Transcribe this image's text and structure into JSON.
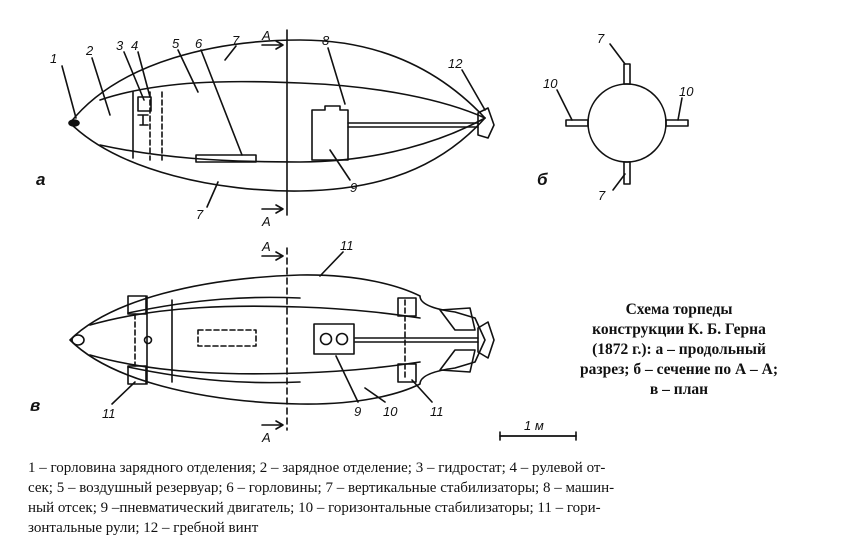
{
  "callouts": {
    "n1": "1",
    "n2": "2",
    "n3": "3",
    "n4": "4",
    "n5": "5",
    "n6": "6",
    "n7": "7",
    "n8": "8",
    "n9": "9",
    "n10": "10",
    "n11": "11",
    "n12": "12"
  },
  "views": {
    "a": "а",
    "b": "б",
    "v": "в"
  },
  "section_mark": "A",
  "scale_label": "1 м",
  "caption_lines": [
    "Схема   торпеды",
    "конструкции К. Б. Герна",
    "(1872 г.): а – продольный",
    "разрез; б – сечение по А – А;",
    "в – план"
  ],
  "legend_lines": [
    "1 – горловина зарядного отделения; 2 – зарядное отделение; 3 – гидростат; 4 – рулевой от-",
    "сек; 5 – воздушный резервуар; 6 – горловины; 7 – вертикальные стабилизаторы; 8 – машин-",
    "ный отсек;  9 –пневматический двигатель;  10 – горизонтальные  стабилизаторы;  11 – гори-",
    "зонтальные рули; 12 – гребной  винт"
  ]
}
